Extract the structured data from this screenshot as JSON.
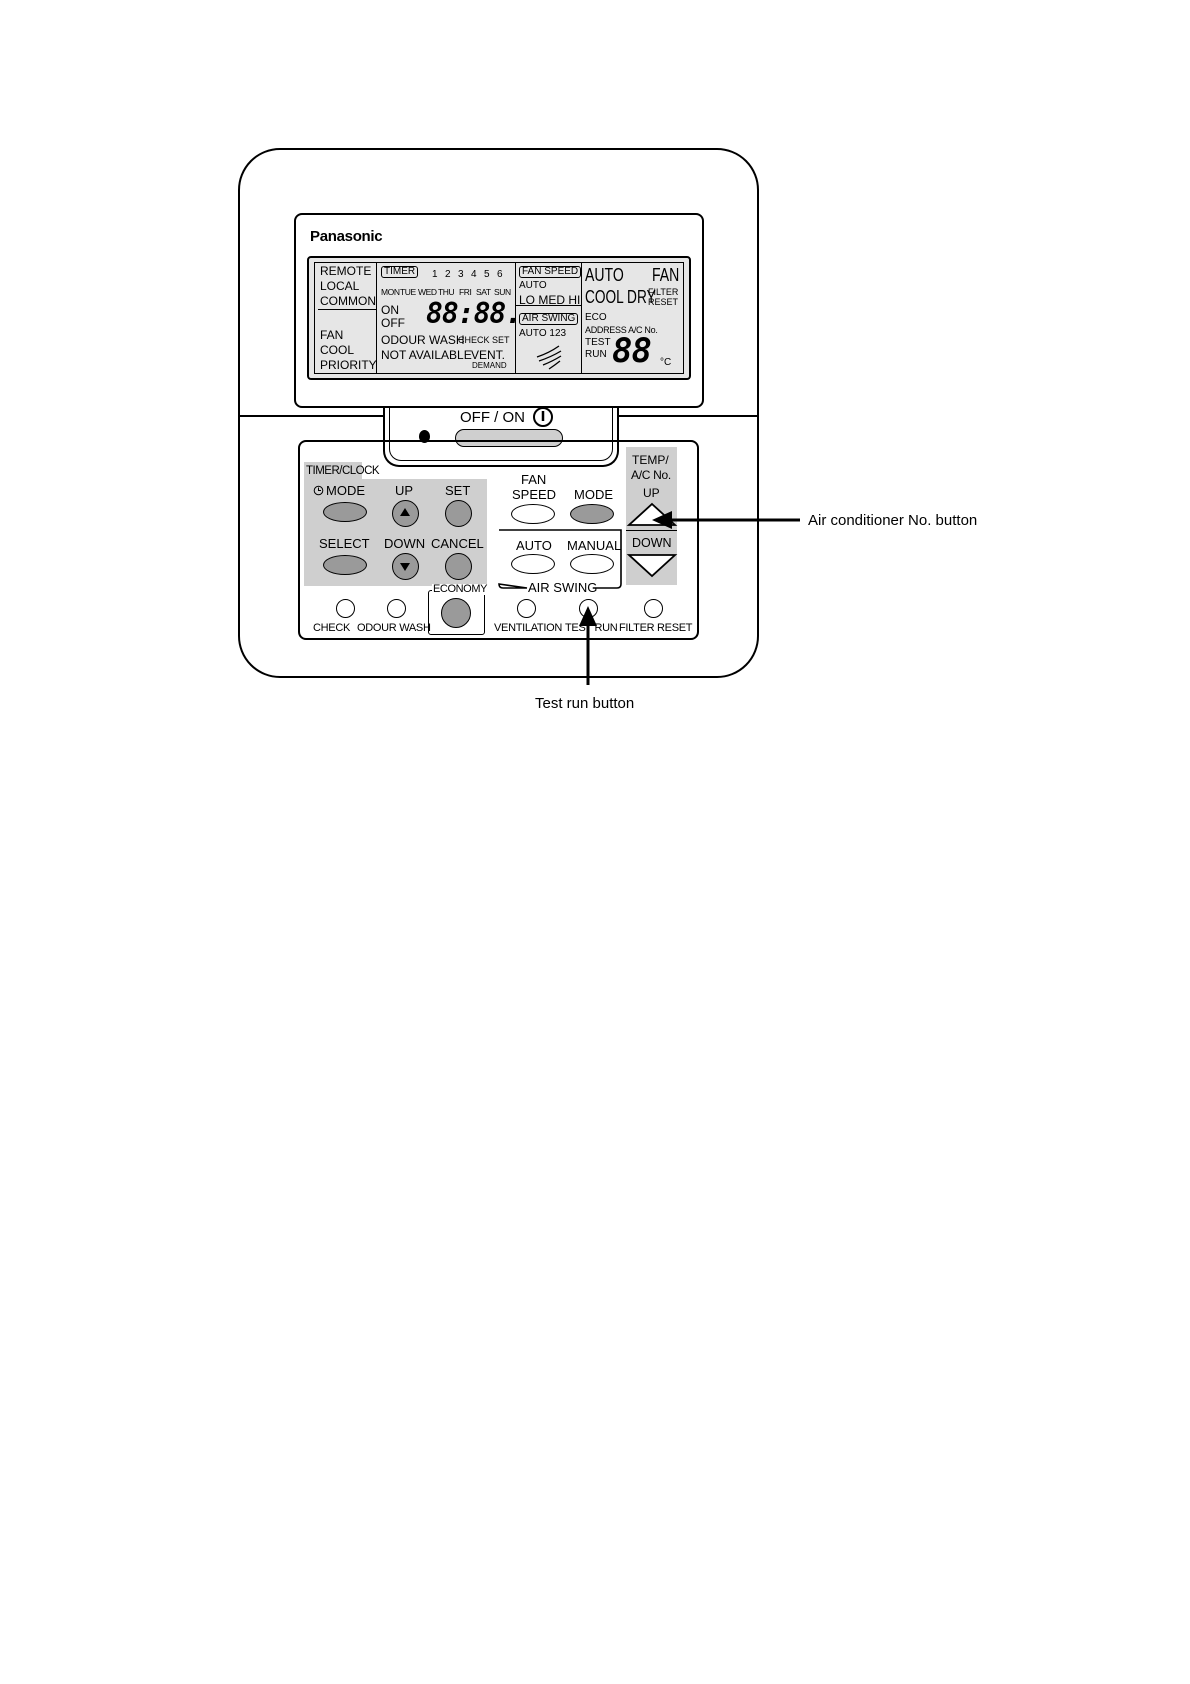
{
  "brand": "Panasonic",
  "lcd": {
    "remote": "REMOTE",
    "local": "LOCAL",
    "common": "COMMON",
    "fan": "FAN",
    "cool": "COOL",
    "priority": "PRIORITY",
    "timer": "TIMER",
    "numbers": [
      "1",
      "2",
      "3",
      "4",
      "5",
      "6"
    ],
    "days": [
      "MON",
      "TUE",
      "WED",
      "THU",
      "FRI",
      "SAT",
      "SUN"
    ],
    "on": "ON",
    "off": "OFF",
    "clock_digits": "88:88.",
    "odour_wash": "ODOUR WASH",
    "check_set": "CHECK SET",
    "not_available": "NOT AVAILABLE",
    "vent": "VENT.",
    "demand": "DEMAND",
    "fan_speed_box": "FAN SPEED",
    "fan_speed_auto": "AUTO",
    "fan_speed_levels": "LO MED HI",
    "air_swing_box": "AIR SWING",
    "air_swing_values": "AUTO 123",
    "mode_auto": "AUTO",
    "mode_fan": "FAN",
    "mode_cool_dry": "COOL DRY",
    "filter": "FILTER",
    "reset": "RESET",
    "eco": "ECO",
    "address_ac_no": "ADDRESS A/C No.",
    "test": "TEST",
    "run": "RUN",
    "temp_digits": "88",
    "temp_unit": "°C"
  },
  "power": {
    "label": "OFF / ON"
  },
  "buttons": {
    "timer_clock": "TIMER/CLOCK",
    "mode": "MODE",
    "up": "UP",
    "set": "SET",
    "select": "SELECT",
    "down": "DOWN",
    "cancel": "CANCEL",
    "fan": "FAN",
    "speed": "SPEED",
    "mode2": "MODE",
    "auto": "AUTO",
    "manual": "MANUAL",
    "air_swing": "AIR SWING",
    "temp": "TEMP/",
    "ac_no": "A/C No.",
    "temp_up": "UP",
    "temp_down": "DOWN",
    "check": "CHECK",
    "odour_wash": "ODOUR WASH",
    "economy": "ECONOMY",
    "ventilation": "VENTILATION",
    "test_run": "TEST RUN",
    "filter_reset": "FILTER RESET"
  },
  "callouts": {
    "ac_no_button": "Air conditioner No. button",
    "test_run_button": "Test run button"
  }
}
